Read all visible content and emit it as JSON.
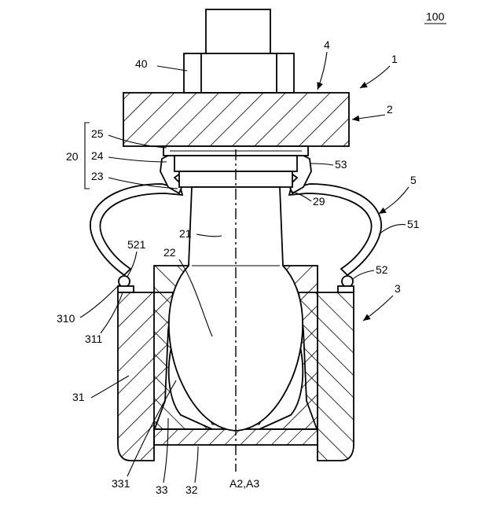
{
  "figure": {
    "assembly_number": "100",
    "axis_label": "A2,A3",
    "labels": {
      "l1": "1",
      "l2": "2",
      "l3": "3",
      "l4": "4",
      "l5": "5",
      "l20": "20",
      "l21": "21",
      "l22": "22",
      "l23": "23",
      "l24": "24",
      "l25": "25",
      "l29": "29",
      "l31": "31",
      "l32": "32",
      "l33": "33",
      "l40": "40",
      "l51": "51",
      "l52": "52",
      "l53": "53",
      "l310": "310",
      "l311": "311",
      "l331": "331",
      "l521": "521"
    }
  }
}
